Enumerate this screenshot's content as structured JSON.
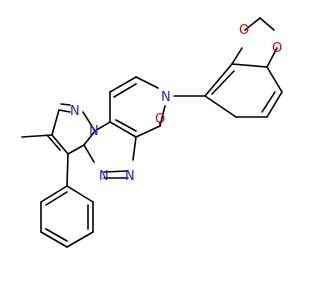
{
  "colors": {
    "bond": "#000000",
    "nitrogen": "#1f1fe6",
    "oxygen": "#e60000",
    "background": "#ffffff"
  },
  "labels": {
    "o_ring_top": "O",
    "o_ring_bottom": "O",
    "n_pyridinone": "N",
    "o_carbonyl": "O",
    "n_pyrazole_1": "N",
    "n_pyrazole_2": "N",
    "n_triazine_1": "N",
    "n_triazine_2": "N"
  }
}
